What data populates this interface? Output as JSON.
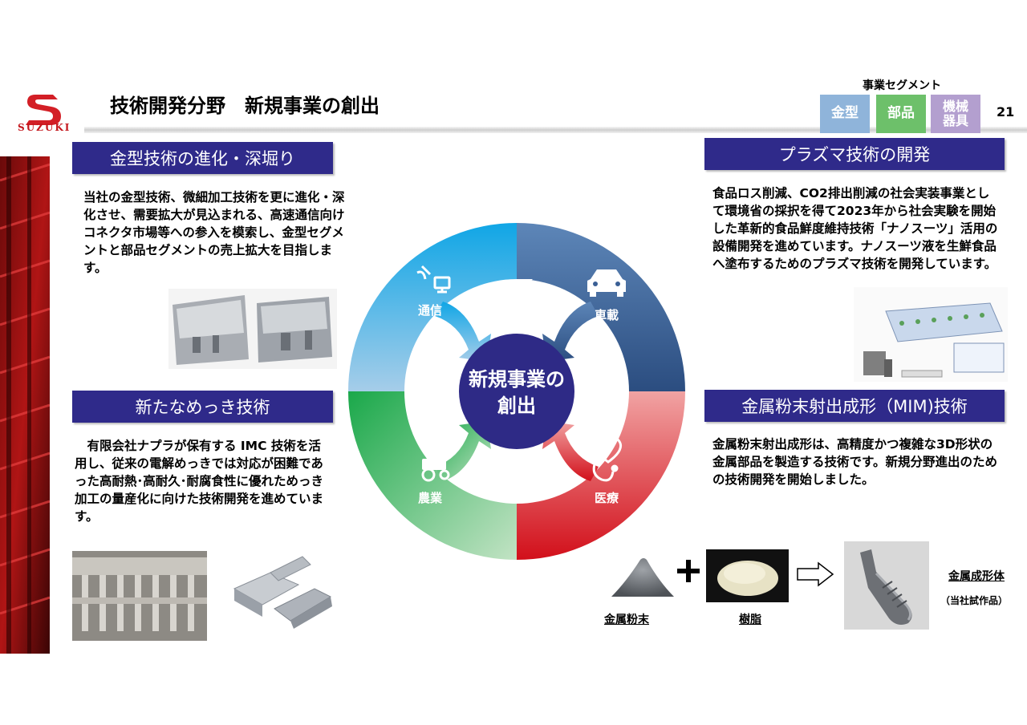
{
  "header": {
    "brand": "SUZUKI",
    "title": "技術開発分野　新規事業の創出",
    "page_number": "21"
  },
  "segments": {
    "title": "事業セグメント",
    "items": [
      {
        "label": "金型",
        "color": "#8fb4da"
      },
      {
        "label": "部品",
        "color": "#6dc06a"
      },
      {
        "label": "機械\n器具",
        "color": "#b39fcf"
      }
    ]
  },
  "sections": {
    "mold": {
      "title": "金型技術の進化・深堀り",
      "text": "当社の金型技術、微細加工技術を更に進化・深化させ、需要拡大が見込まれる、高速通信向けコネクタ市場等への参入を模索し、金型セグメントと部品セグメントの売上拡大を目指します。"
    },
    "plating": {
      "title": "新たなめっき技術",
      "text": "　有限会社ナプラが保有する IMC 技術を活用し、従来の電解めっきでは対応が困難であった高耐熱･高耐久･耐腐食性に優れためっき加工の量産化に向けた技術開発を進めています。"
    },
    "plasma": {
      "title": "プラズマ技術の開発",
      "text": "食品ロス削減、CO2排出削減の社会実装事業として環境省の採択を得て2023年から社会実験を開始した革新的食品鮮度維持技術「ナノスーツ」活用の設備開発を進めています。ナノスーツ液を生鮮食品へ塗布するためのプラズマ技術を開発しています。"
    },
    "mim": {
      "title": "金属粉末射出成形（MIM)技術",
      "text": "金属粉末射出成形は、高精度かつ複雑な3D形状の金属部品を製造する技術です。新規分野進出のための技術開発を開始しました。",
      "powder_caption": "金属粉末",
      "resin_caption": "樹脂",
      "product_caption": "金属成形体",
      "product_note": "（当社試作品）"
    }
  },
  "diagram": {
    "center": "新規事業の\n創出",
    "quadrants": [
      {
        "label": "通信",
        "color": "#2f9ed8"
      },
      {
        "label": "車載",
        "color": "#3a5f95"
      },
      {
        "label": "農業",
        "color": "#2ea84a"
      },
      {
        "label": "医療",
        "color": "#d8232a"
      }
    ]
  }
}
